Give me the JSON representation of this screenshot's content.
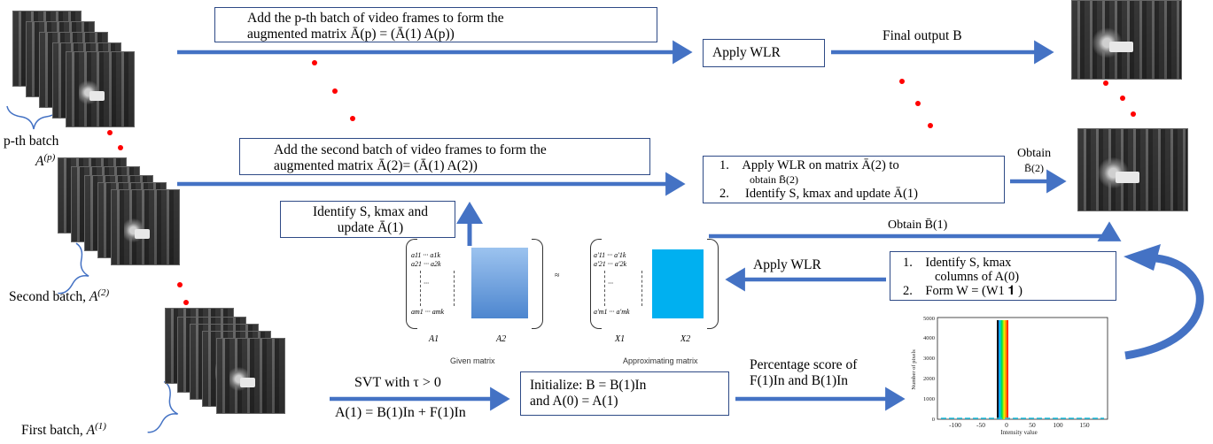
{
  "batches": {
    "p_label": "p-th  batch",
    "p_sym": "A",
    "p_sup": "(p)",
    "second_label": "Second batch, ",
    "second_sym": "A",
    "second_sup": "(2)",
    "first_label": "First batch, ",
    "first_sym": "A",
    "first_sup": "(1)"
  },
  "boxes": {
    "add_pth_line1": "Add the p-th batch of video frames to form the",
    "add_pth_line2": "augmented matrix Ā(p) = (Ā(1) A(p))",
    "apply_wlr": "Apply WLR",
    "add_second_line1": "Add the second batch of video frames to form the",
    "add_second_line2": "augmented matrix Ā(2)= (Ā(1)  A(2))",
    "step1_num": "1.",
    "step1_line1": "Apply WLR  on matrix Ā(2) to",
    "step1_line2": "obtain B̄(2)",
    "step2_num": "2.",
    "step2_text": " Identify S, kmax and update Ā(1)",
    "identify_line1": "Identify S, kmax and",
    "identify_line2": "update Ā(1)",
    "right1_num": "1.",
    "right1_line1": "Identify S, kmax",
    "right1_line2": "columns of A(0)",
    "right2_num": "2.",
    "right2_text": "Form W = (W1  𝟏 )",
    "init_line1": "Initialize:  B = B(1)In",
    "init_line2": "and A(0) = A(1)"
  },
  "arrow_labels": {
    "final_output": "Final output B",
    "obtain_b2_line1": "Obtain",
    "obtain_b2_line2": "B̄(2)",
    "obtain_b1": "Obtain B̄(1)",
    "apply_wlr": "Apply WLR",
    "svt": "SVT with τ > 0",
    "decomp": "A(1) = B(1)In + F(1)In",
    "percentage_line1": "Percentage score of",
    "percentage_line2": "F(1)In and B(1)In"
  },
  "matrix": {
    "given_caption": "Given matrix",
    "approx_caption": "Approximating matrix",
    "approx_symbol": "≈",
    "a1": "A1",
    "a2": "A2",
    "x1": "X1",
    "x2": "X2",
    "given_rows": [
      "a11 ··· a1k",
      "a21 ··· a2k",
      "···",
      "am1 ··· amk"
    ],
    "approx_rows": [
      "a′11 ··· a′1k",
      "a′21 ··· a′2k",
      "···",
      "a′m1 ··· a′mk"
    ],
    "a2_color": "#7aaee6",
    "x2_color": "#00b0f0"
  },
  "histogram": {
    "ylabel": "Number of pixels",
    "xlabel": "Intensity value",
    "y_ticks": [
      "0",
      "1000",
      "2000",
      "3000",
      "4000",
      "5000"
    ],
    "x_ticks": [
      "-100",
      "-50",
      "0",
      "50",
      "100",
      "150"
    ]
  },
  "colors": {
    "arrow": "#4472c4",
    "box_border": "#2e4a86",
    "dots": "#ff0000"
  }
}
